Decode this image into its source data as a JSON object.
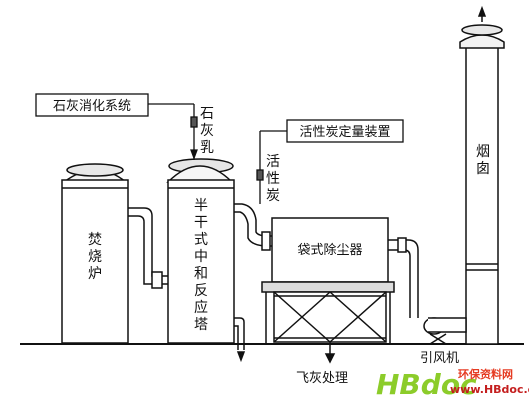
{
  "labels": {
    "lime_system": "石灰消化系统",
    "lime_milk": "石灰乳",
    "activated_carbon_device": "活性炭定量装置",
    "activated_carbon": "活性炭",
    "incinerator": "焚烧炉",
    "reactor": "半干式中和反应塔",
    "bag_filter": "袋式除尘器",
    "chimney": "烟囱",
    "fly_ash": "飞灰处理",
    "fan": "引风机"
  },
  "watermark": {
    "brand": "HBdoc",
    "cn": "环保资料网",
    "url": "www.HBdoc.cn"
  }
}
